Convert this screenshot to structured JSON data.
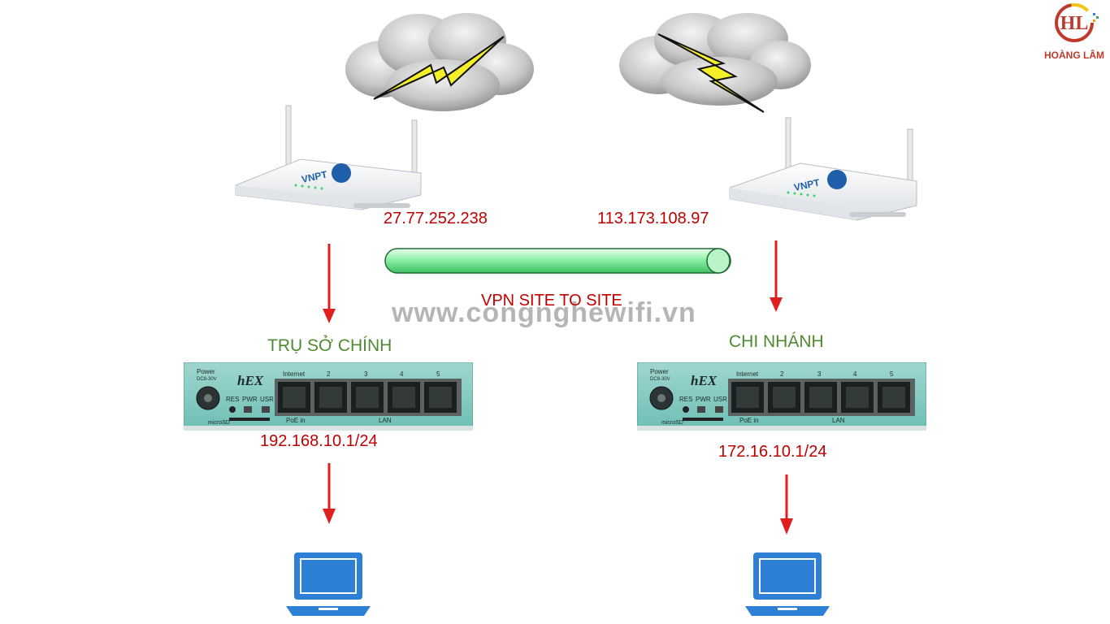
{
  "logo": {
    "initials": "HL",
    "name": "HOÀNG LÂM"
  },
  "watermark": "www.congnghewifi.vn",
  "wan": {
    "left_ip": "27.77.252.238",
    "right_ip": "113.173.108.97"
  },
  "tunnel": {
    "label": "VPN SITE TO SITE"
  },
  "sites": {
    "left": {
      "title": "TRỤ SỞ CHÍNH",
      "lan_ip": "192.168.10.1/24"
    },
    "right": {
      "title": "CHI NHÁNH",
      "lan_ip": "172.16.10.1/24"
    }
  },
  "modem": {
    "brand": "VNPT"
  },
  "hex_router": {
    "model": "hEX",
    "power_label": "Power",
    "power_rating": "DC8-30V",
    "res": "RES",
    "pwr": "PWR",
    "usr": "USR",
    "internet": "Internet",
    "ports": [
      "2",
      "3",
      "4",
      "5"
    ],
    "poe": "PoE in",
    "lan": "LAN",
    "microsd": "microSD"
  },
  "colors": {
    "arrow": "#e02020",
    "ip_text": "#c00000",
    "site_text": "#4f8a32",
    "tunnel": "#7ee89a",
    "laptop": "#2e7fd6"
  }
}
